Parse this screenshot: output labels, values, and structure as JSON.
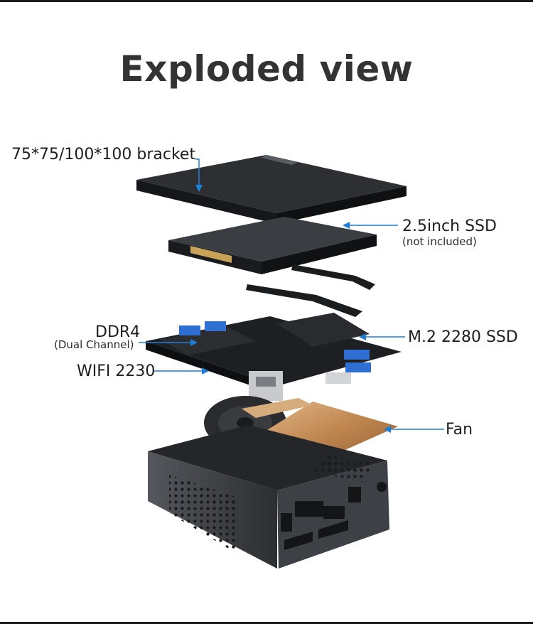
{
  "title": "Exploded view",
  "colors": {
    "leader": "#1f7fd6",
    "chassis": "#3c3f44",
    "copper": "#c8955d",
    "board": "#1c1c1e"
  },
  "labels": {
    "bracket": "75*75/100*100 bracket",
    "ssd": "2.5inch SSD",
    "ssd_note": "(not included)",
    "ddr4": "DDR4",
    "ddr4_note": "(Dual Channel)",
    "m2": "M.2 2280 SSD",
    "wifi": "WIFI 2230",
    "fan": "Fan"
  }
}
